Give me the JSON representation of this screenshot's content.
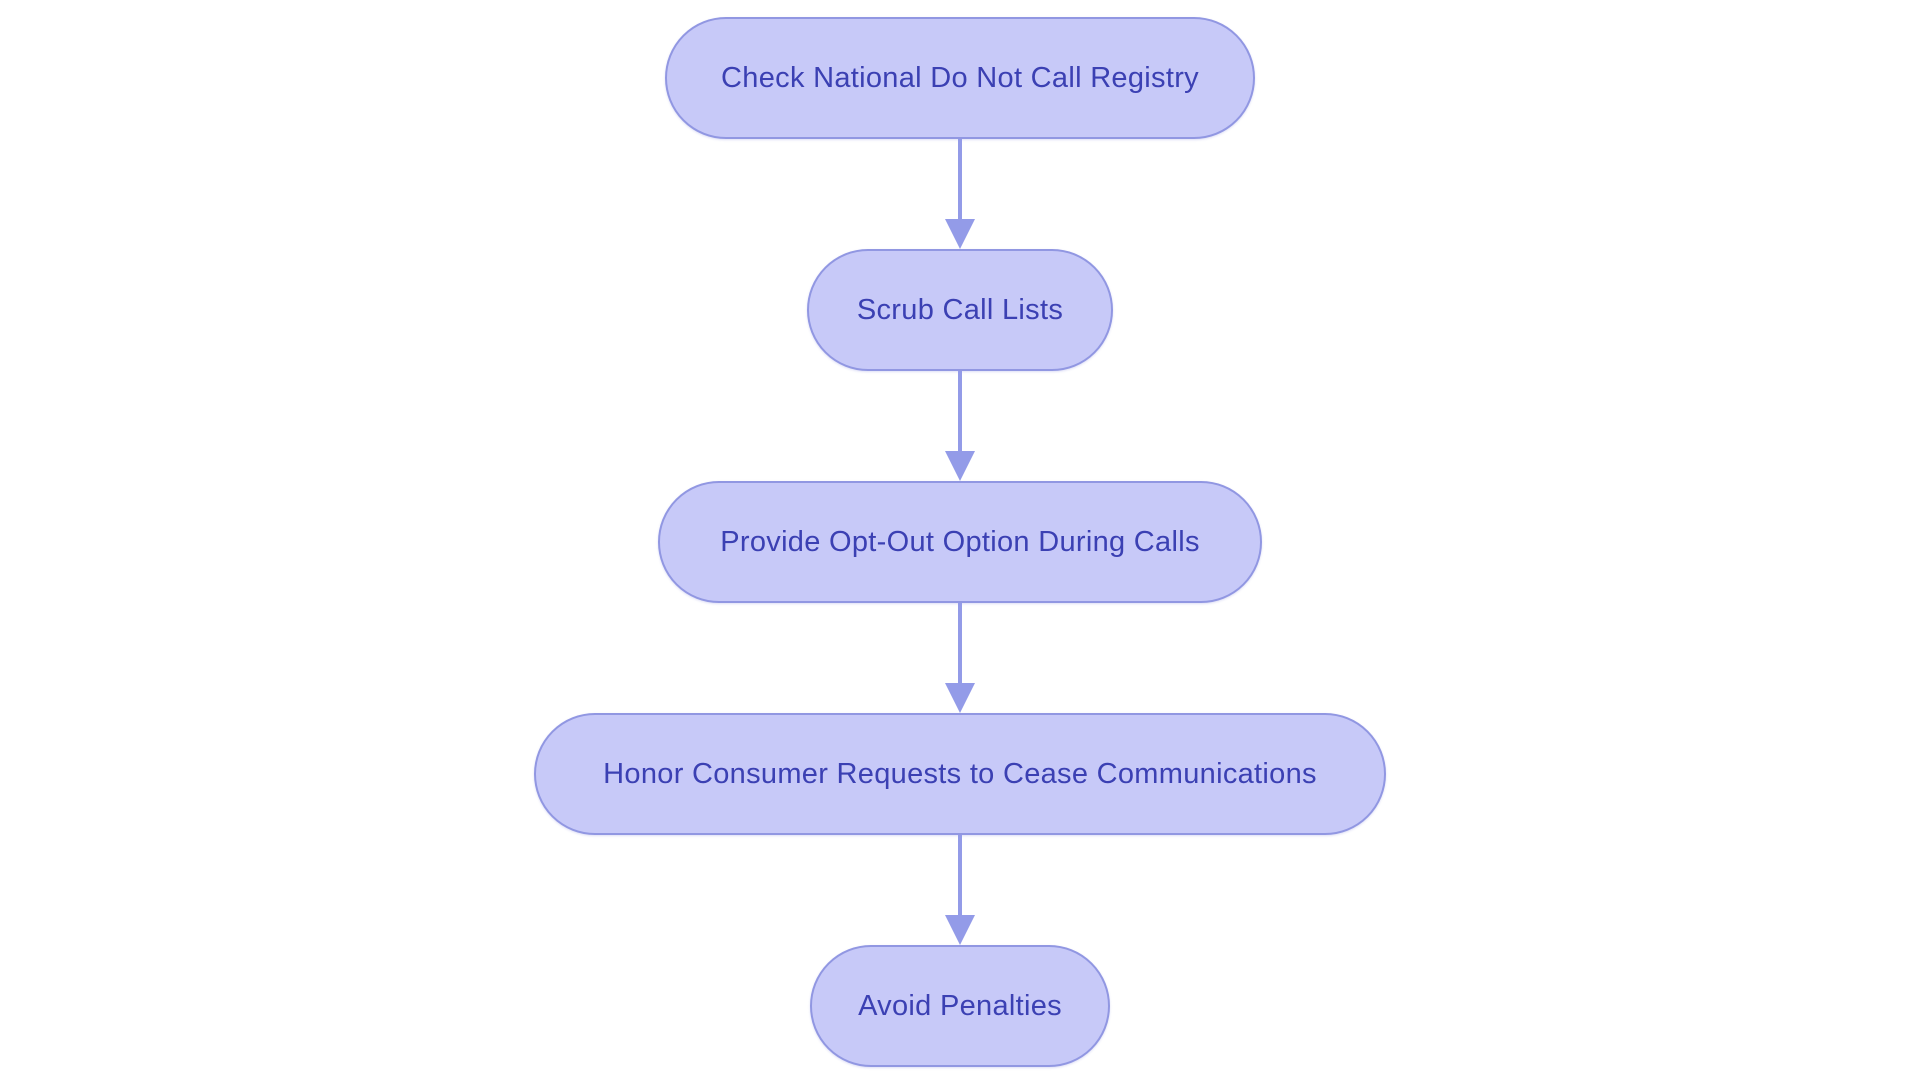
{
  "diagram": {
    "type": "flowchart",
    "direction": "top-down",
    "background_color": "#ffffff",
    "node_fill_color": "#c7c9f8",
    "node_border_color": "#9197e2",
    "node_text_color": "#3b40b3",
    "arrow_color": "#939be8",
    "nodes": [
      {
        "id": "check-registry",
        "label": "Check National Do Not Call Registry"
      },
      {
        "id": "scrub-lists",
        "label": "Scrub Call Lists"
      },
      {
        "id": "opt-out",
        "label": "Provide Opt-Out Option During Calls"
      },
      {
        "id": "honor-requests",
        "label": "Honor Consumer Requests to Cease Communications"
      },
      {
        "id": "avoid-penalties",
        "label": "Avoid Penalties"
      }
    ],
    "edges": [
      {
        "from": "check-registry",
        "to": "scrub-lists"
      },
      {
        "from": "scrub-lists",
        "to": "opt-out"
      },
      {
        "from": "opt-out",
        "to": "honor-requests"
      },
      {
        "from": "honor-requests",
        "to": "avoid-penalties"
      }
    ]
  }
}
